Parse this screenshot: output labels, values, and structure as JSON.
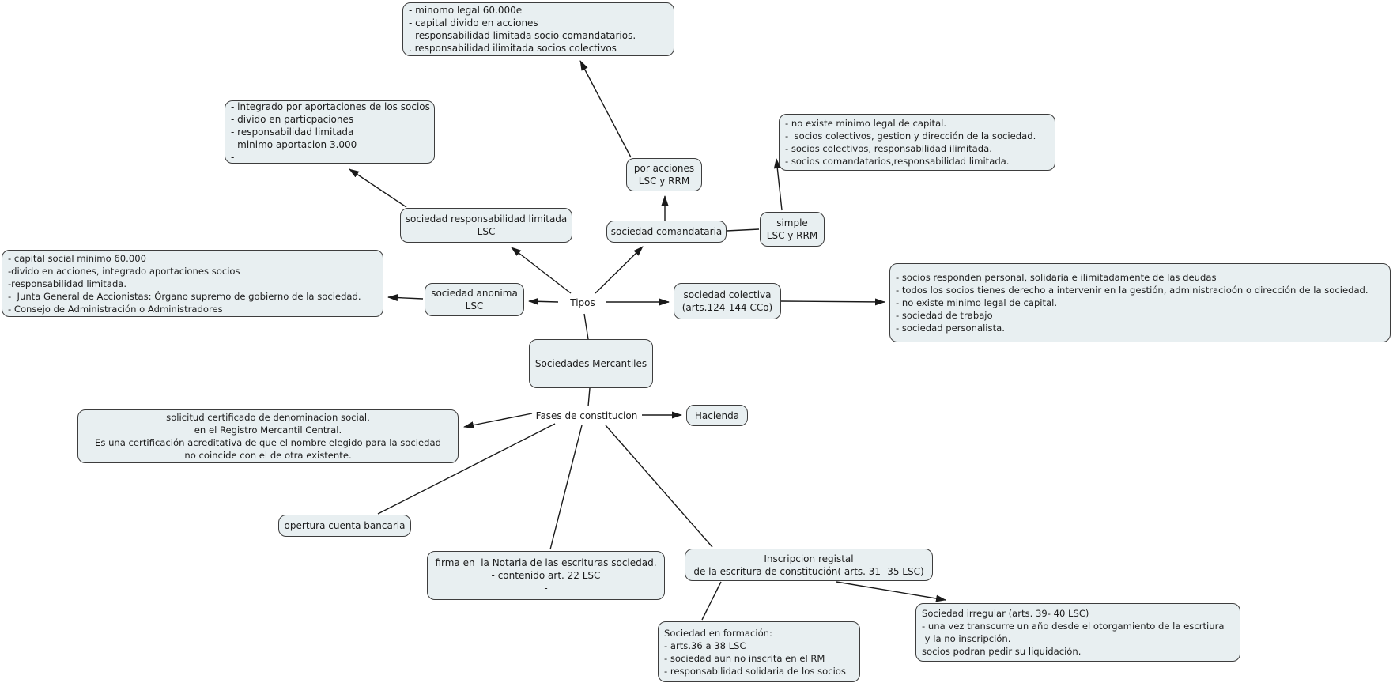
{
  "colors": {
    "background": "#ffffff",
    "node_fill": "#e8eff1",
    "node_border": "#3d3d3d",
    "line": "#1a1a1a",
    "text": "#1c1c1c"
  },
  "nodes": {
    "root": {
      "text": "Sociedades Mercantiles"
    },
    "tipos": {
      "text": "Tipos"
    },
    "fases": {
      "text": "Fases de constitucion"
    },
    "anonima": {
      "text": "sociedad anonima\nLSC"
    },
    "anonima_details": {
      "text": "- capital social minimo 60.000\n-divido en acciones, integrado aportaciones socios\n-responsabilidad limitada.\n-  Junta General de Accionistas: Órgano supremo de gobierno de la sociedad.\n- Consejo de Administración o Administradores"
    },
    "srl": {
      "text": "sociedad responsabilidad limitada\nLSC"
    },
    "srl_details": {
      "text": "- integrado por aportaciones de los socios\n- divido en particpaciones\n- responsabilidad limitada\n- minimo aportacion 3.000\n-"
    },
    "comandataria": {
      "text": "sociedad comandataria"
    },
    "por_acciones": {
      "text": "por acciones\nLSC y RRM"
    },
    "por_acciones_details": {
      "text": "- minomo legal 60.000e\n- capital divido en acciones\n- responsabilidad limitada socio comandatarios.\n. responsabilidad ilimitada socios colectivos"
    },
    "simple": {
      "text": "simple\nLSC y RRM"
    },
    "simple_details": {
      "text": "- no existe minimo legal de capital.\n-  socios colectivos, gestion y dirección de la sociedad.\n- socios colectivos, responsabilidad ilimitada.\n- socios comandatarios,responsabilidad limitada."
    },
    "colectiva": {
      "text": "sociedad colectiva\n(arts.124-144 CCo)"
    },
    "colectiva_details": {
      "text": "- socios responden personal, solidaría e ilimitadamente de las deudas\n- todos los socios tienes derecho a intervenir en la gestión, administracioón o dirección de la sociedad.\n- no existe minimo legal de capital.\n- sociedad de trabajo\n- sociedad personalista."
    },
    "hacienda": {
      "text": "Hacienda"
    },
    "solicitud_details": {
      "text": "solicitud certificado de denominacion social,\nen el Registro Mercantil Central.\nEs una certificación acreditativa de que el nombre elegido para la sociedad\nno coincide con el de otra existente."
    },
    "opertura": {
      "text": "opertura cuenta bancaria"
    },
    "firma_details": {
      "text": "firma en  la Notaria de las escrituras sociedad.\n- contenido art. 22 LSC\n-"
    },
    "inscripcion": {
      "text": "Inscripcion registal\nde la escritura de constitución( arts. 31- 35 LSC)"
    },
    "formacion_details": {
      "text": "Sociedad en formación:\n- arts.36 a 38 LSC\n- sociedad aun no inscrita en el RM\n- responsabilidad solidaria de los socios"
    },
    "irregular_details": {
      "text": "Sociedad irregular (arts. 39- 40 LSC)\n- una vez transcurre un año desde el otorgamiento de la escrtiura\n y la no inscripción.\nsocios podran pedir su liquidación."
    }
  },
  "connections": [
    {
      "from": "root",
      "to": "tipos",
      "arrow": false
    },
    {
      "from": "tipos",
      "to": "anonima",
      "arrow": true
    },
    {
      "from": "anonima",
      "to": "anonima_details",
      "arrow": true
    },
    {
      "from": "tipos",
      "to": "srl",
      "arrow": true
    },
    {
      "from": "srl",
      "to": "srl_details",
      "arrow": true
    },
    {
      "from": "tipos",
      "to": "comandataria",
      "arrow": true
    },
    {
      "from": "comandataria",
      "to": "por_acciones",
      "arrow": true
    },
    {
      "from": "por_acciones",
      "to": "por_acciones_details",
      "arrow": true
    },
    {
      "from": "comandataria",
      "to": "simple",
      "arrow": false
    },
    {
      "from": "simple",
      "to": "simple_details",
      "arrow": true
    },
    {
      "from": "tipos",
      "to": "colectiva",
      "arrow": true
    },
    {
      "from": "colectiva",
      "to": "colectiva_details",
      "arrow": true
    },
    {
      "from": "root",
      "to": "fases",
      "arrow": false
    },
    {
      "from": "fases",
      "to": "hacienda",
      "arrow": true
    },
    {
      "from": "fases",
      "to": "solicitud_details",
      "arrow": true
    },
    {
      "from": "fases",
      "to": "opertura",
      "arrow": false
    },
    {
      "from": "fases",
      "to": "firma_details",
      "arrow": false
    },
    {
      "from": "fases",
      "to": "inscripcion",
      "arrow": false
    },
    {
      "from": "inscripcion",
      "to": "formacion_details",
      "arrow": false
    },
    {
      "from": "inscripcion",
      "to": "irregular_details",
      "arrow": true
    }
  ]
}
